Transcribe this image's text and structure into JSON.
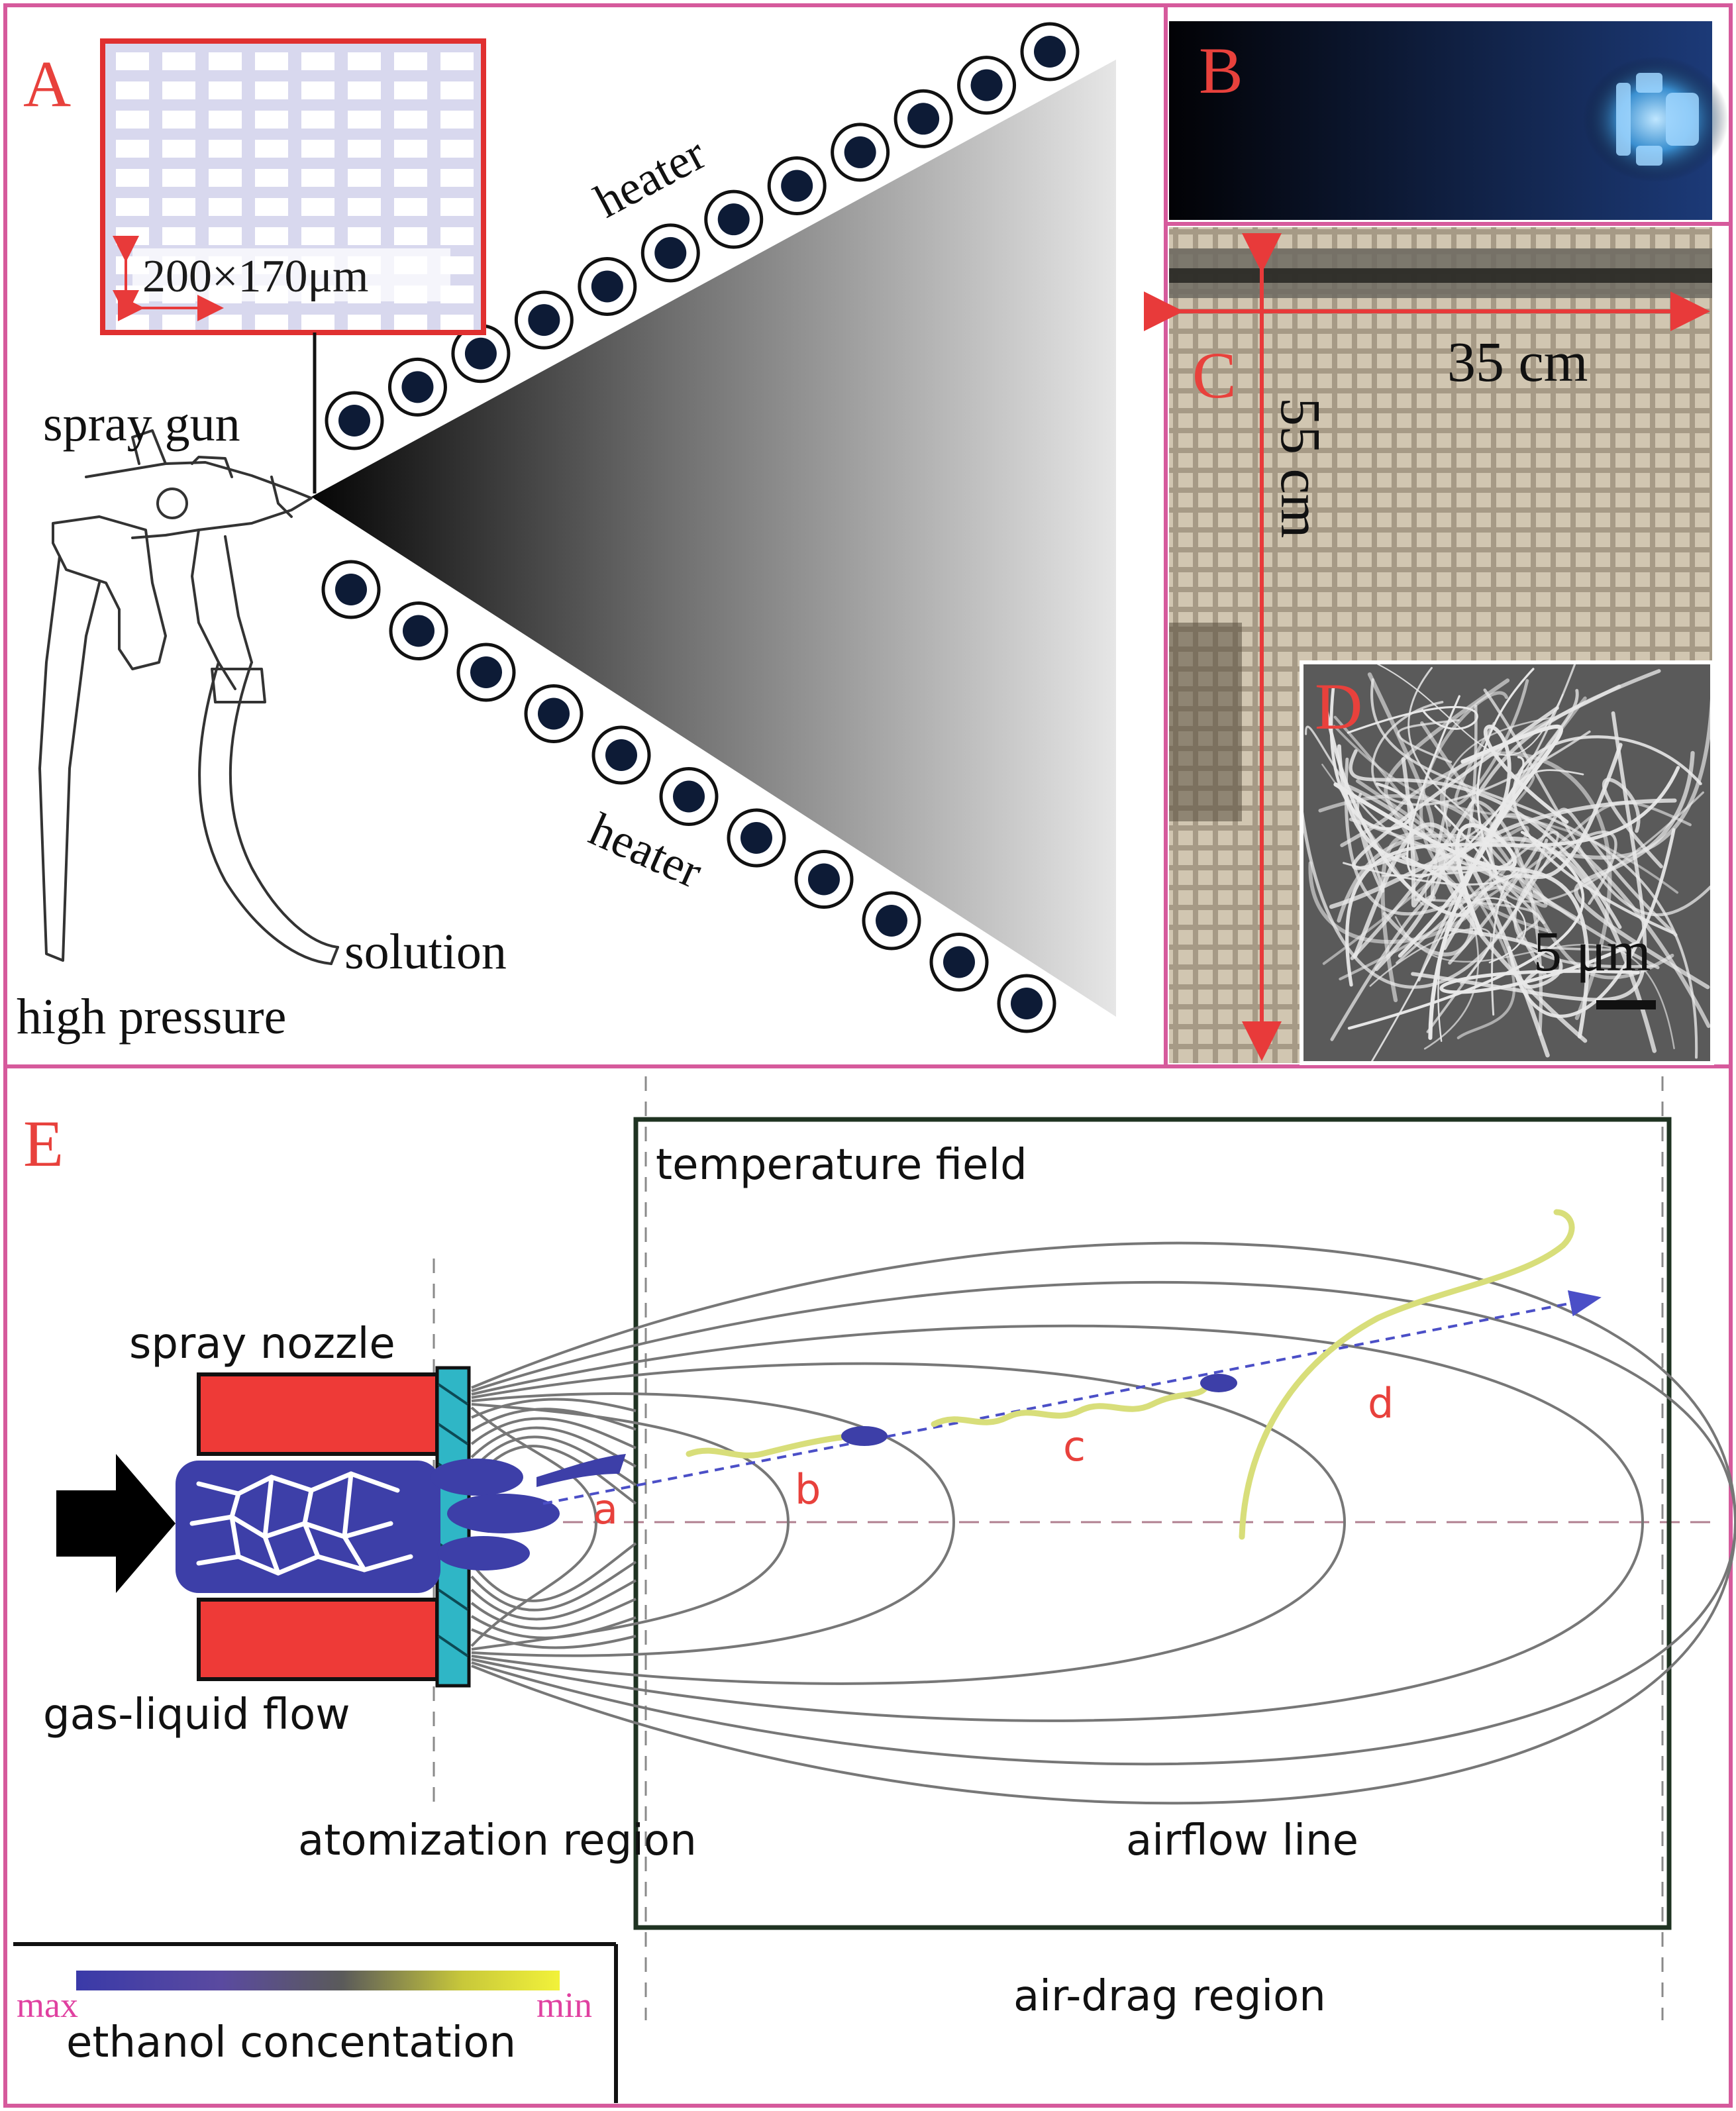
{
  "panels": {
    "a": {
      "letter": "A",
      "mesh_size": "200×170μm",
      "heater_top": "heater",
      "heater_bottom": "heater",
      "spray_gun": "spray gun",
      "solution": "solution",
      "high_pressure": "high pressure"
    },
    "b": {
      "letter": "B"
    },
    "c": {
      "letter": "C",
      "width_label": "35 cm",
      "height_label": "55 cm"
    },
    "d": {
      "letter": "D",
      "scale_label": "5 μm"
    },
    "e": {
      "letter": "E",
      "temperature_field": "temperature field",
      "spray_nozzle": "spray nozzle",
      "gas_liquid_flow": "gas-liquid flow",
      "atomization_region": "atomization region",
      "airflow_line": "airflow line",
      "air_drag_region": "air-drag region",
      "stages": [
        "a",
        "b",
        "c",
        "d"
      ],
      "legend": {
        "max": "max",
        "min": "min",
        "title": "ethanol concentation"
      }
    }
  },
  "colors": {
    "frame": "#d65a9c",
    "label_red": "#e8413c",
    "heater_dot": "#0d1b36",
    "blob_blue": "#3d3fa8",
    "nozzle_red": "#ee3a37",
    "nozzle_cyan": "#2fb6c6",
    "fiber_yellow": "#d8de7a",
    "legend_pink": "#e040a0"
  }
}
